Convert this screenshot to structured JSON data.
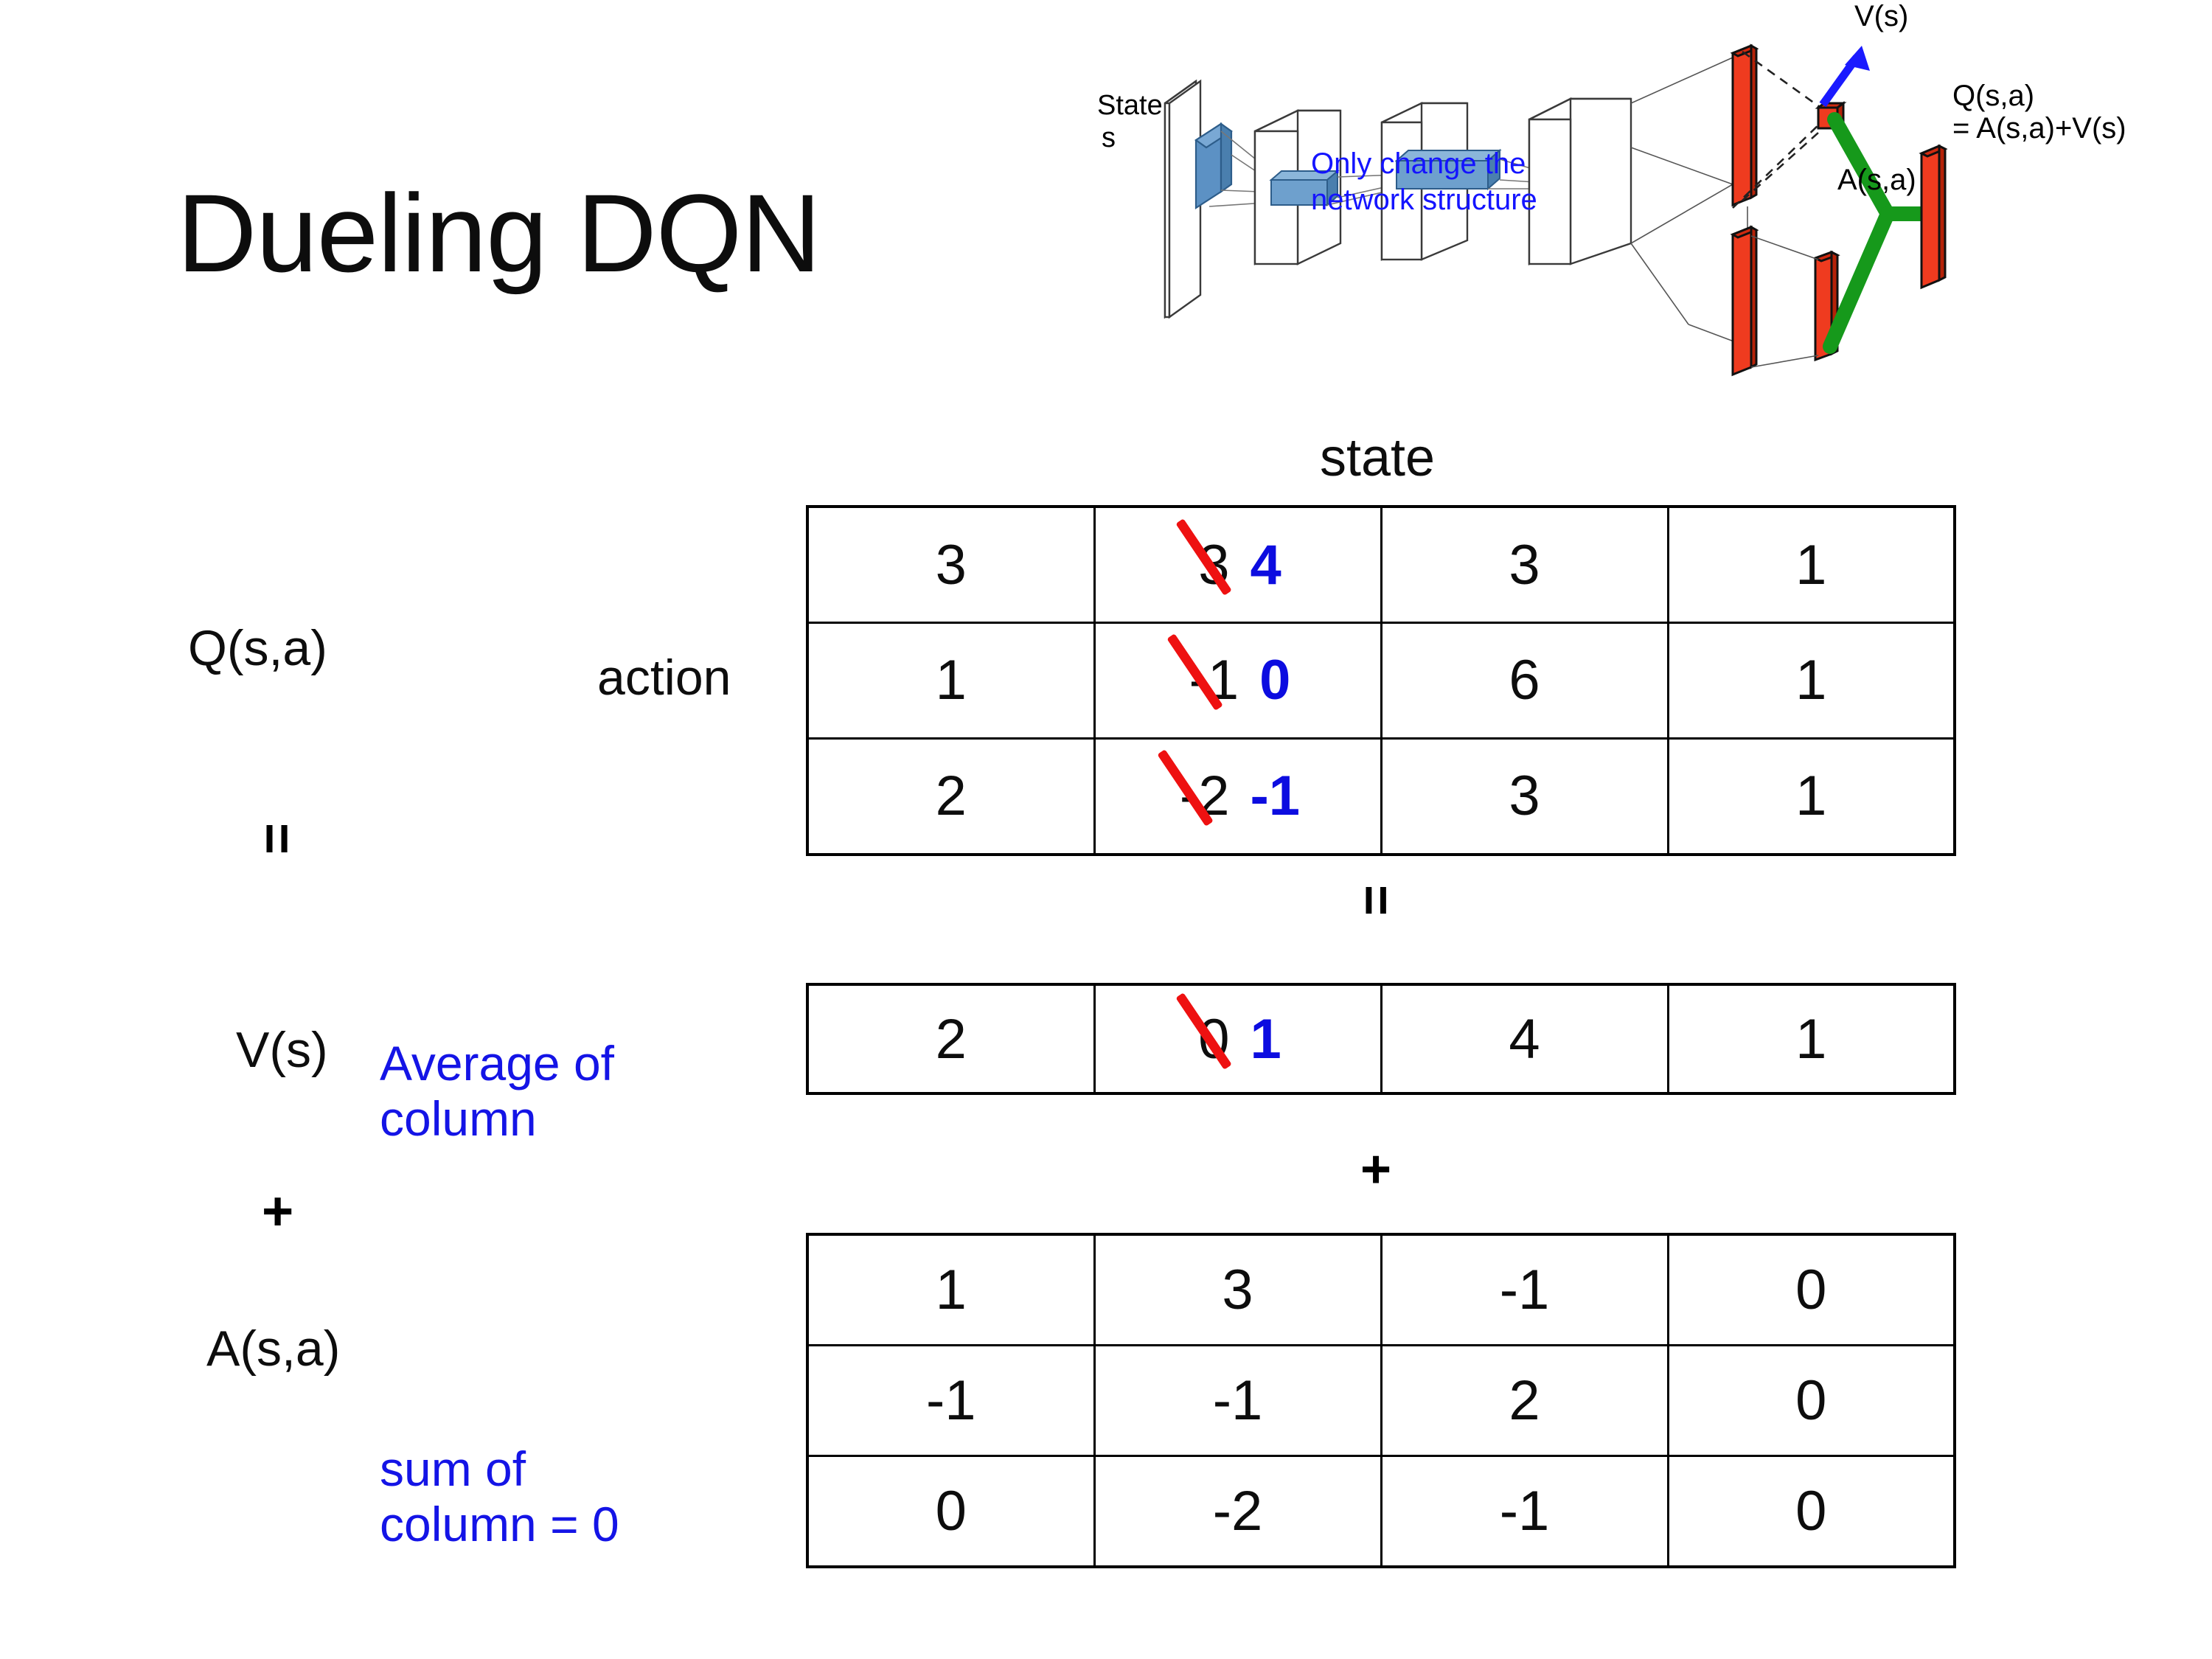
{
  "slide": {
    "title": "Dueling DQN"
  },
  "diagram": {
    "name": "dueling-network-architecture",
    "input_label_line1": "State",
    "input_label_line2": "s",
    "note": "Only change the\nnetwork structure",
    "value_label": "V(s)",
    "advantage_label": "A(s,a)",
    "output_label_line1": "Q(s,a)",
    "output_label_line2": "= A(s,a)+V(s)",
    "colors": {
      "note_blue": "#1414ff",
      "arrow_blue": "#1a1aff",
      "stream_green": "#16991b",
      "bar_red": "#ef3b1f",
      "conv_blue": "#6699cc"
    }
  },
  "labels": {
    "q_label": "Q(s,a)",
    "v_label": "V(s)",
    "a_label": "A(s,a)",
    "equals_symbol": "=",
    "plus_symbol": "+",
    "state_axis": "state",
    "action_axis": "action",
    "v_note": "Average of\ncolumn",
    "a_note": "sum of\ncolumn = 0"
  },
  "operators": {
    "between_q_and_v": "=",
    "between_v_and_a": "+"
  },
  "colors": {
    "accent_blue": "#0c0ce0",
    "strike_red": "#ee1111",
    "note_blue": "#1414e6",
    "text_black": "#0d0d0d"
  },
  "chart_data": {
    "type": "table",
    "title": "Dueling DQN decomposition Q(s,a) = V(s) + A(s,a)",
    "xlabel": "state",
    "ylabel": "action",
    "tables": [
      {
        "name": "Q(s,a)",
        "rows": [
          [
            {
              "value": "3"
            },
            {
              "value": "3",
              "struck": true,
              "replacement": "4"
            },
            {
              "value": "3"
            },
            {
              "value": "1"
            }
          ],
          [
            {
              "value": "1"
            },
            {
              "value": "-1",
              "struck": true,
              "replacement": "0"
            },
            {
              "value": "6"
            },
            {
              "value": "1"
            }
          ],
          [
            {
              "value": "2"
            },
            {
              "value": "-2",
              "struck": true,
              "replacement": "-1"
            },
            {
              "value": "3"
            },
            {
              "value": "1"
            }
          ]
        ]
      },
      {
        "name": "V(s)",
        "rows": [
          [
            {
              "value": "2"
            },
            {
              "value": "0",
              "struck": true,
              "replacement": "1"
            },
            {
              "value": "4"
            },
            {
              "value": "1"
            }
          ]
        ]
      },
      {
        "name": "A(s,a)",
        "rows": [
          [
            {
              "value": "1"
            },
            {
              "value": "3"
            },
            {
              "value": "-1"
            },
            {
              "value": "0"
            }
          ],
          [
            {
              "value": "-1"
            },
            {
              "value": "-1"
            },
            {
              "value": "2"
            },
            {
              "value": "0"
            }
          ],
          [
            {
              "value": "0"
            },
            {
              "value": "-2"
            },
            {
              "value": "-1"
            },
            {
              "value": "0"
            }
          ]
        ]
      }
    ]
  }
}
